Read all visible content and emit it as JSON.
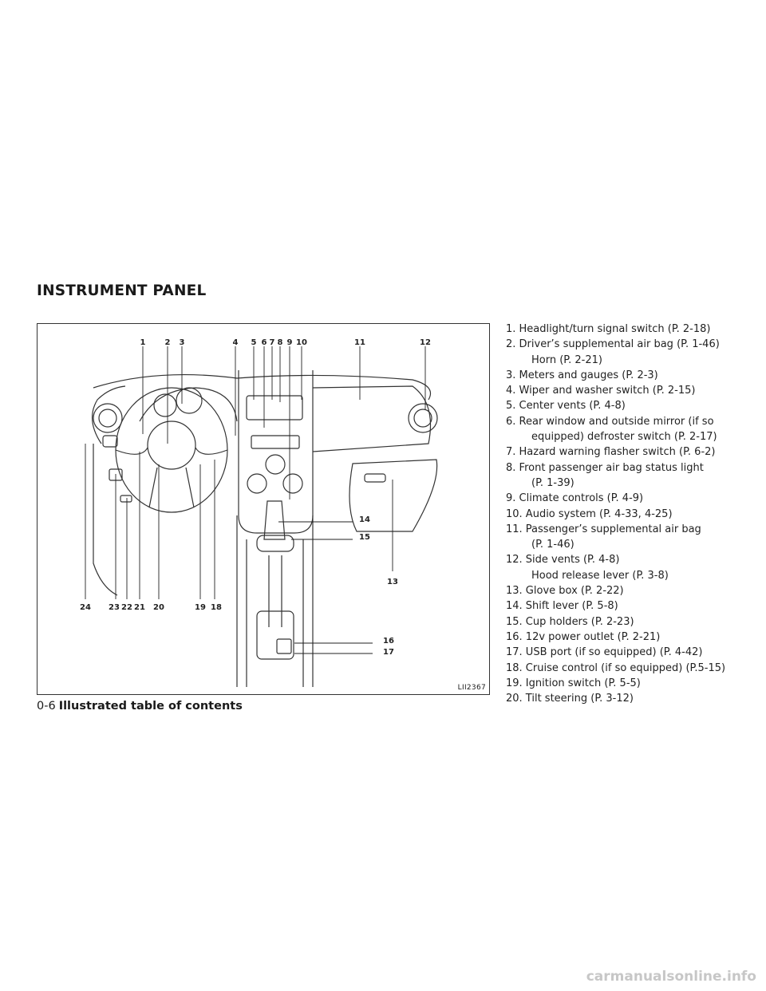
{
  "section_title": "INSTRUMENT PANEL",
  "figure": {
    "id": "LII2367",
    "callouts": [
      {
        "n": "1"
      },
      {
        "n": "2"
      },
      {
        "n": "3"
      },
      {
        "n": "4"
      },
      {
        "n": "5"
      },
      {
        "n": "6"
      },
      {
        "n": "7"
      },
      {
        "n": "8"
      },
      {
        "n": "9"
      },
      {
        "n": "10"
      },
      {
        "n": "11"
      },
      {
        "n": "12"
      },
      {
        "n": "14"
      },
      {
        "n": "15"
      },
      {
        "n": "13"
      },
      {
        "n": "16"
      },
      {
        "n": "17"
      },
      {
        "n": "24"
      },
      {
        "n": "23"
      },
      {
        "n": "22"
      },
      {
        "n": "21"
      },
      {
        "n": "20"
      },
      {
        "n": "19"
      },
      {
        "n": "18"
      }
    ]
  },
  "items": [
    {
      "main": "1.  Headlight/turn signal switch (P. 2-18)"
    },
    {
      "main": "2.  Driver’s supplemental air bag (P. 1-46)",
      "sub": "Horn (P. 2-21)"
    },
    {
      "main": "3.  Meters and gauges (P. 2-3)"
    },
    {
      "main": "4.  Wiper and washer switch (P. 2-15)"
    },
    {
      "main": "5.  Center vents (P. 4-8)"
    },
    {
      "main": "6.  Rear window and outside mirror (if so",
      "sub": "equipped) defroster switch (P. 2-17)"
    },
    {
      "main": "7.  Hazard warning flasher switch (P. 6-2)"
    },
    {
      "main": "8.  Front passenger air bag status light",
      "sub": "(P. 1-39)"
    },
    {
      "main": "9.  Climate controls (P. 4-9)"
    },
    {
      "main": "10.  Audio system (P. 4-33, 4-25)"
    },
    {
      "main": "11.  Passenger’s supplemental air bag",
      "sub": "(P. 1-46)"
    },
    {
      "main": "12.  Side vents (P. 4-8)",
      "sub": "Hood release lever (P. 3-8)"
    },
    {
      "main": "13.  Glove box (P. 2-22)"
    },
    {
      "main": "14.  Shift lever (P. 5-8)"
    },
    {
      "main": "15.  Cup holders (P. 2-23)"
    },
    {
      "main": "16.  12v power outlet (P. 2-21)"
    },
    {
      "main": "17.  USB port (if so equipped) (P. 4-42)"
    },
    {
      "main": "18.  Cruise control (if so equipped) (P.5-15)"
    },
    {
      "main": "19.  Ignition switch (P. 5-5)"
    },
    {
      "main": "20.  Tilt steering (P. 3-12)"
    }
  ],
  "footer": {
    "page": "0-6",
    "section": "Illustrated table of contents"
  },
  "watermark": "carmanualsonline.info"
}
